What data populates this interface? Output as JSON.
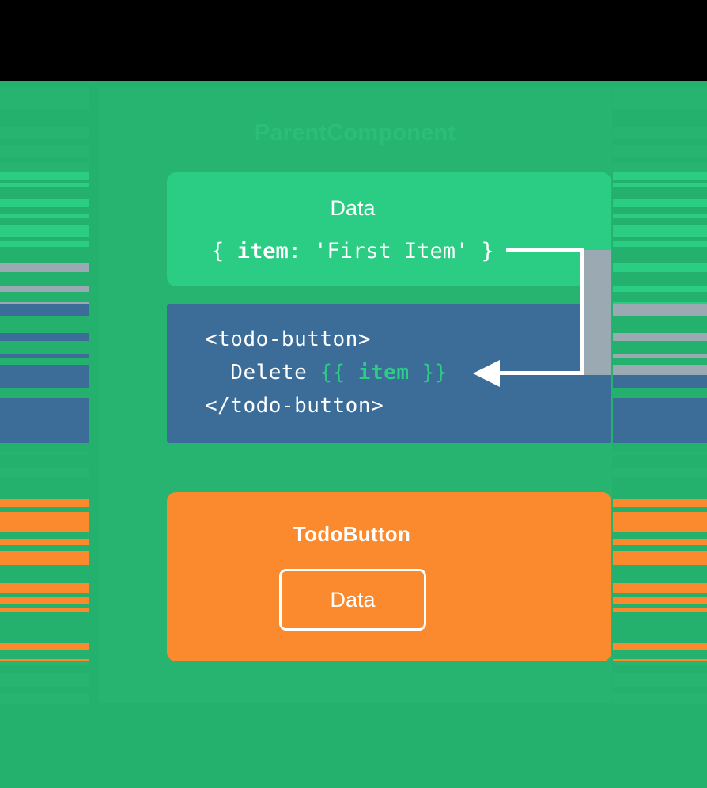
{
  "diagram": {
    "title": "ParentComponent",
    "panel": {
      "label": "ParentComponent"
    },
    "data_card": {
      "heading": "Data",
      "code_prefix": "{ ",
      "code_key": "item",
      "code_suffix": ": 'First Item' }"
    },
    "code_card": {
      "line1": "<todo-button>",
      "line2_text": "  Delete ",
      "line2_mustache_open": "{{ ",
      "line2_var": "item",
      "line2_mustache_close": " }}",
      "line3": "</todo-button>"
    },
    "todo_card": {
      "title": "TodoButton",
      "button_label": "Data"
    },
    "connector": {
      "direction": "right-down-left",
      "arrow": "arrow-left"
    }
  },
  "colors": {
    "background_black": "#000000",
    "canvas_green": "#23b16d",
    "panel_green": "#27b471",
    "panel_title_green": "#2cbd78",
    "data_card_green": "#2bcd85",
    "code_card_blue": "#3c6d99",
    "todo_card_orange": "#fb8a2e",
    "white": "#ffffff",
    "artifact_gray": "#9aa9b2"
  },
  "artifact": {
    "type": "horizontal-scanline-smear",
    "left_band_width": 112,
    "right_band_start": 775
  }
}
